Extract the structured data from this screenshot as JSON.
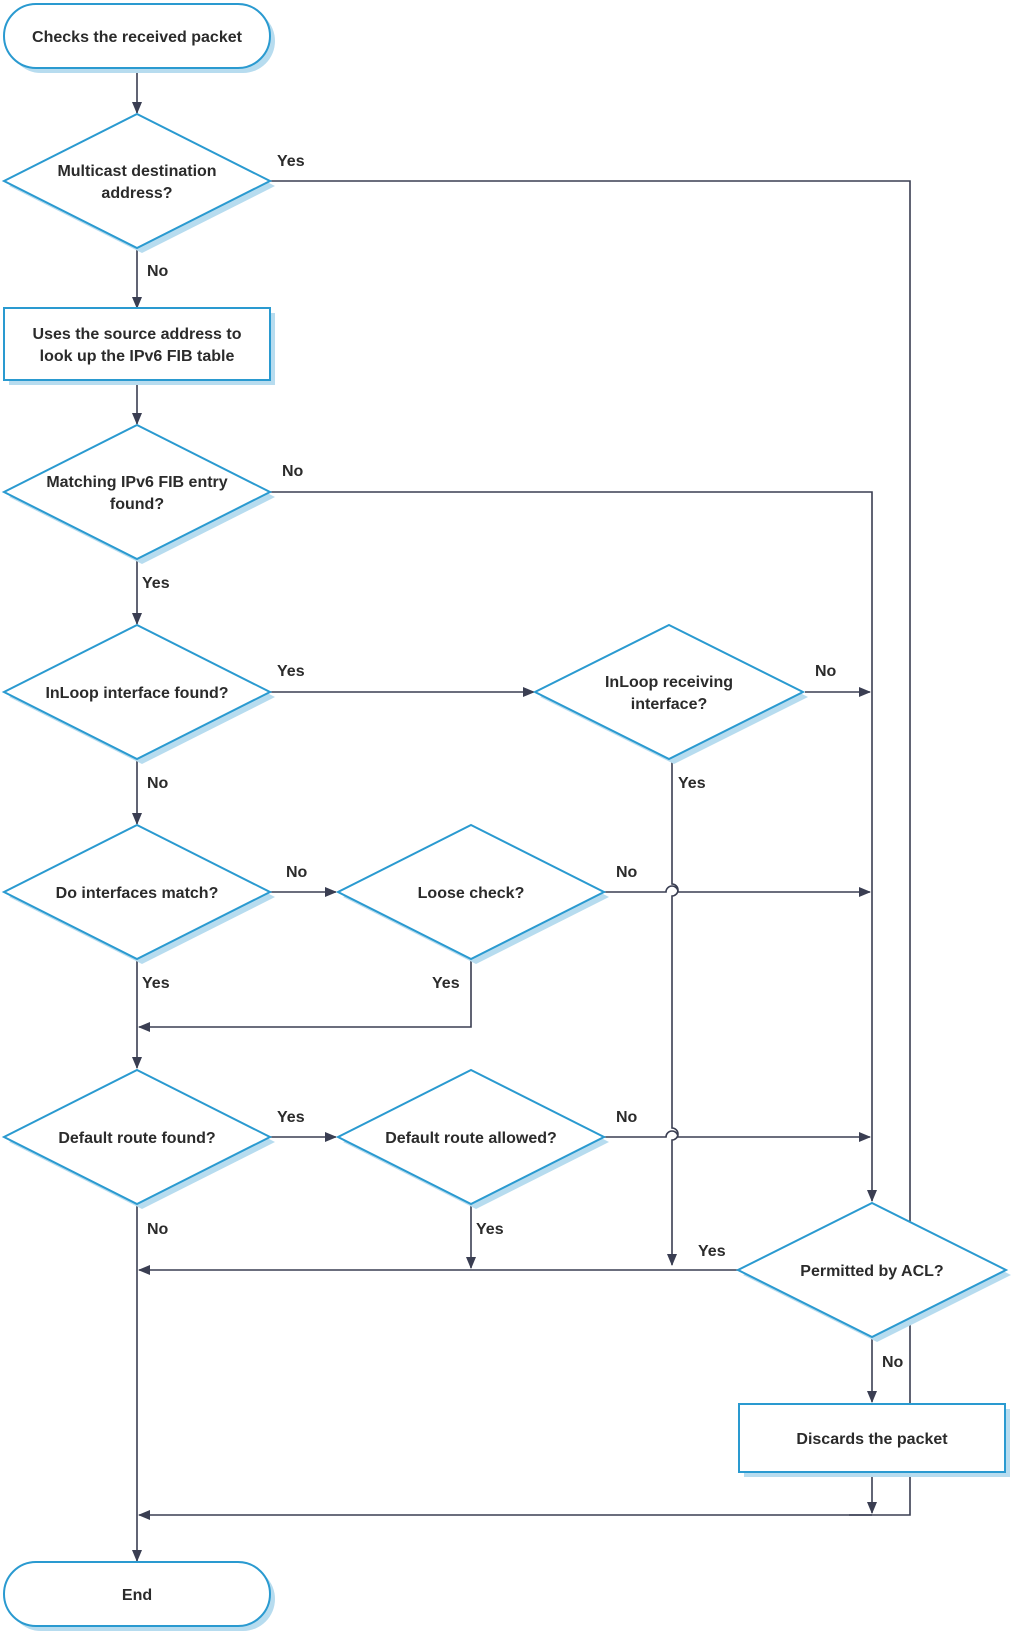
{
  "nodes": {
    "start": {
      "lines": [
        "Checks the received packet"
      ]
    },
    "multicast": {
      "lines": [
        "Multicast destination",
        "address?"
      ]
    },
    "lookup": {
      "lines": [
        "Uses the source address to",
        "look up the IPv6 FIB table"
      ]
    },
    "fib_found": {
      "lines": [
        "Matching IPv6 FIB entry",
        "found?"
      ]
    },
    "inloop_if": {
      "lines": [
        "InLoop interface found?"
      ]
    },
    "inloop_recv": {
      "lines": [
        "InLoop receiving",
        "interface?"
      ]
    },
    "if_match": {
      "lines": [
        "Do interfaces match?"
      ]
    },
    "loose": {
      "lines": [
        "Loose check?"
      ]
    },
    "default_found": {
      "lines": [
        "Default route found?"
      ]
    },
    "default_allowed": {
      "lines": [
        "Default route allowed?"
      ]
    },
    "acl": {
      "lines": [
        "Permitted by ACL?"
      ]
    },
    "discard": {
      "lines": [
        "Discards the packet"
      ]
    },
    "end": {
      "lines": [
        "End"
      ]
    }
  },
  "labels": {
    "multicast_yes": "Yes",
    "multicast_no": "No",
    "fib_no": "No",
    "fib_yes": "Yes",
    "inloop_if_yes": "Yes",
    "inloop_if_no": "No",
    "inloop_recv_no": "No",
    "inloop_recv_yes": "Yes",
    "if_match_no": "No",
    "if_match_yes": "Yes",
    "loose_no": "No",
    "loose_yes": "Yes",
    "default_found_yes": "Yes",
    "default_found_no": "No",
    "default_allowed_no": "No",
    "default_allowed_yes": "Yes",
    "acl_yes": "Yes",
    "acl_no": "No"
  },
  "colors": {
    "shape_stroke": "#2a9ad0",
    "shadow": "#b7dcef",
    "line": "#3a3e52",
    "text": "#2b2b2b"
  }
}
